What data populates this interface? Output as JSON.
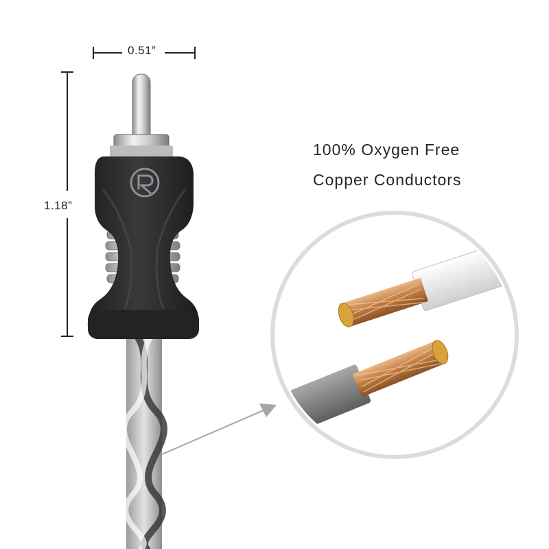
{
  "dimensions": {
    "width": "0.51”",
    "height": "1.18”"
  },
  "feature": {
    "line1": "100% Oxygen Free",
    "line2": "Copper Conductors"
  },
  "colors": {
    "plug_body": "#2b2b2d",
    "copper": "#c98a4f",
    "jacket_white": "#eeeeee",
    "jacket_grey": "#8a8a8a",
    "callout_ring": "#d9d9d9",
    "arrow": "#9a9a9a"
  },
  "icons": [
    "brand-logo",
    "callout-arrow",
    "dimension-arrows"
  ]
}
